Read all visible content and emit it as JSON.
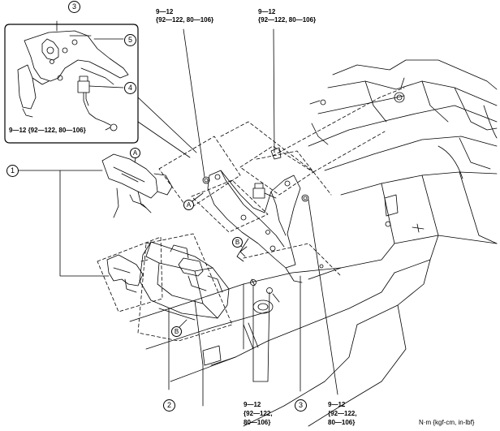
{
  "callouts": {
    "c1": "1",
    "c2": "2",
    "c3_top": "3",
    "c3_bottom": "3",
    "c4": "4",
    "c5": "5",
    "a_top": "A",
    "a_mid": "A",
    "b_mid": "B",
    "b_low": "B"
  },
  "torques": {
    "top_left": {
      "line1": "9—12",
      "line2": "{92—122, 80—106}"
    },
    "top_right": {
      "line1": "9—12",
      "line2": "{92—122, 80—106}"
    },
    "inset": "9—12 {92—122, 80—106}",
    "bottom_mid": {
      "line1": "9—12",
      "line2": "{92—122,",
      "line3": "80—106}"
    },
    "bottom_right": {
      "line1": "9—12",
      "line2": "{92—122,",
      "line3": "80—106}"
    }
  },
  "units": "N·m {kgf-cm, in-lbf}"
}
